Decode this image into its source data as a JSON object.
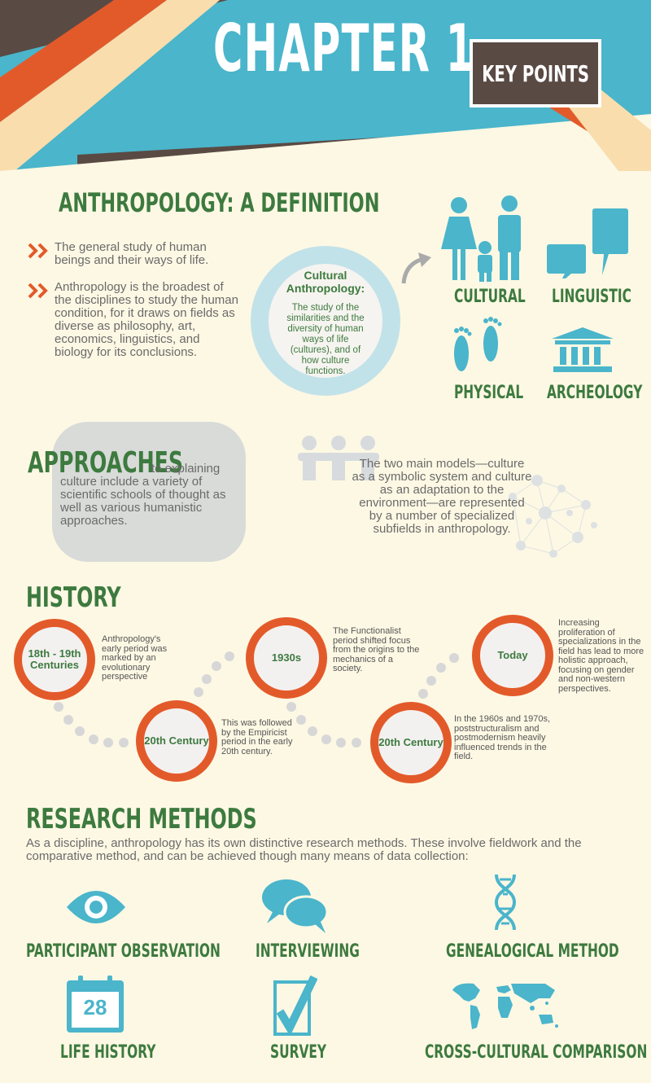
{
  "header": {
    "chapter_title": "CHAPTER 1",
    "key_points_label": "KEY POINTS"
  },
  "definition": {
    "heading": "ANTHROPOLOGY: A DEFINITION",
    "bullet_1": "The general study of human beings and their ways of life.",
    "bullet_2": "Anthropology is the broadest of the disciplines to study the human condition, for it draws on fields as diverse as philosophy, art, economics, linguistics, and biology for its conclusions.",
    "circle_title": "Cultural Anthropology:",
    "circle_text": "The study of the similarities and the diversity of human ways of life (cultures), and of how culture functions.",
    "branches": [
      "CULTURAL",
      "LINGUISTIC",
      "PHYSICAL",
      "ARCHEOLOGY"
    ]
  },
  "approaches": {
    "heading": "APPROACHES",
    "text": "to explaining culture include a variety of scientific schools of thought as well as various humanistic approaches.",
    "models_text": "The two main models—culture as a symbolic system and culture as an adaptation to the environment—are represented by a number of specialized subfields in anthropology."
  },
  "history": {
    "heading": "HISTORY",
    "events": [
      {
        "period": "18th - 19th Centuries",
        "text": "Anthropology's early period was marked by an evolutionary perspective"
      },
      {
        "period": "20th Century",
        "text": "This was followed by the Empiricist period in the early 20th century."
      },
      {
        "period": "1930s",
        "text": "The Functionalist period shifted focus from the origins to the mechanics of a society."
      },
      {
        "period": "20th Century",
        "text": "In the 1960s and 1970s, poststructuralism and postmodernism heavily influenced trends in the field."
      },
      {
        "period": "Today",
        "text": "Increasing proliferation of specializations in the field has lead to more holistic approach, focusing on gender and non-western perspectives."
      }
    ]
  },
  "research": {
    "heading": "RESEARCH METHODS",
    "intro": "As a discipline, anthropology has its own distinctive research methods. These involve fieldwork and the comparative method, and can be achieved though many means of data collection:",
    "methods": [
      "PARTICIPANT OBSERVATION",
      "INTERVIEWING",
      "GENEALOGICAL METHOD",
      "LIFE HISTORY",
      "SURVEY",
      "CROSS-CULTURAL COMPARISON"
    ],
    "calendar_day": "28"
  },
  "colors": {
    "blue": "#4ab5cb",
    "orange": "#e35a2a",
    "brown": "#5a4a44",
    "green": "#3d7a3f",
    "cream": "#fdf8e4"
  }
}
